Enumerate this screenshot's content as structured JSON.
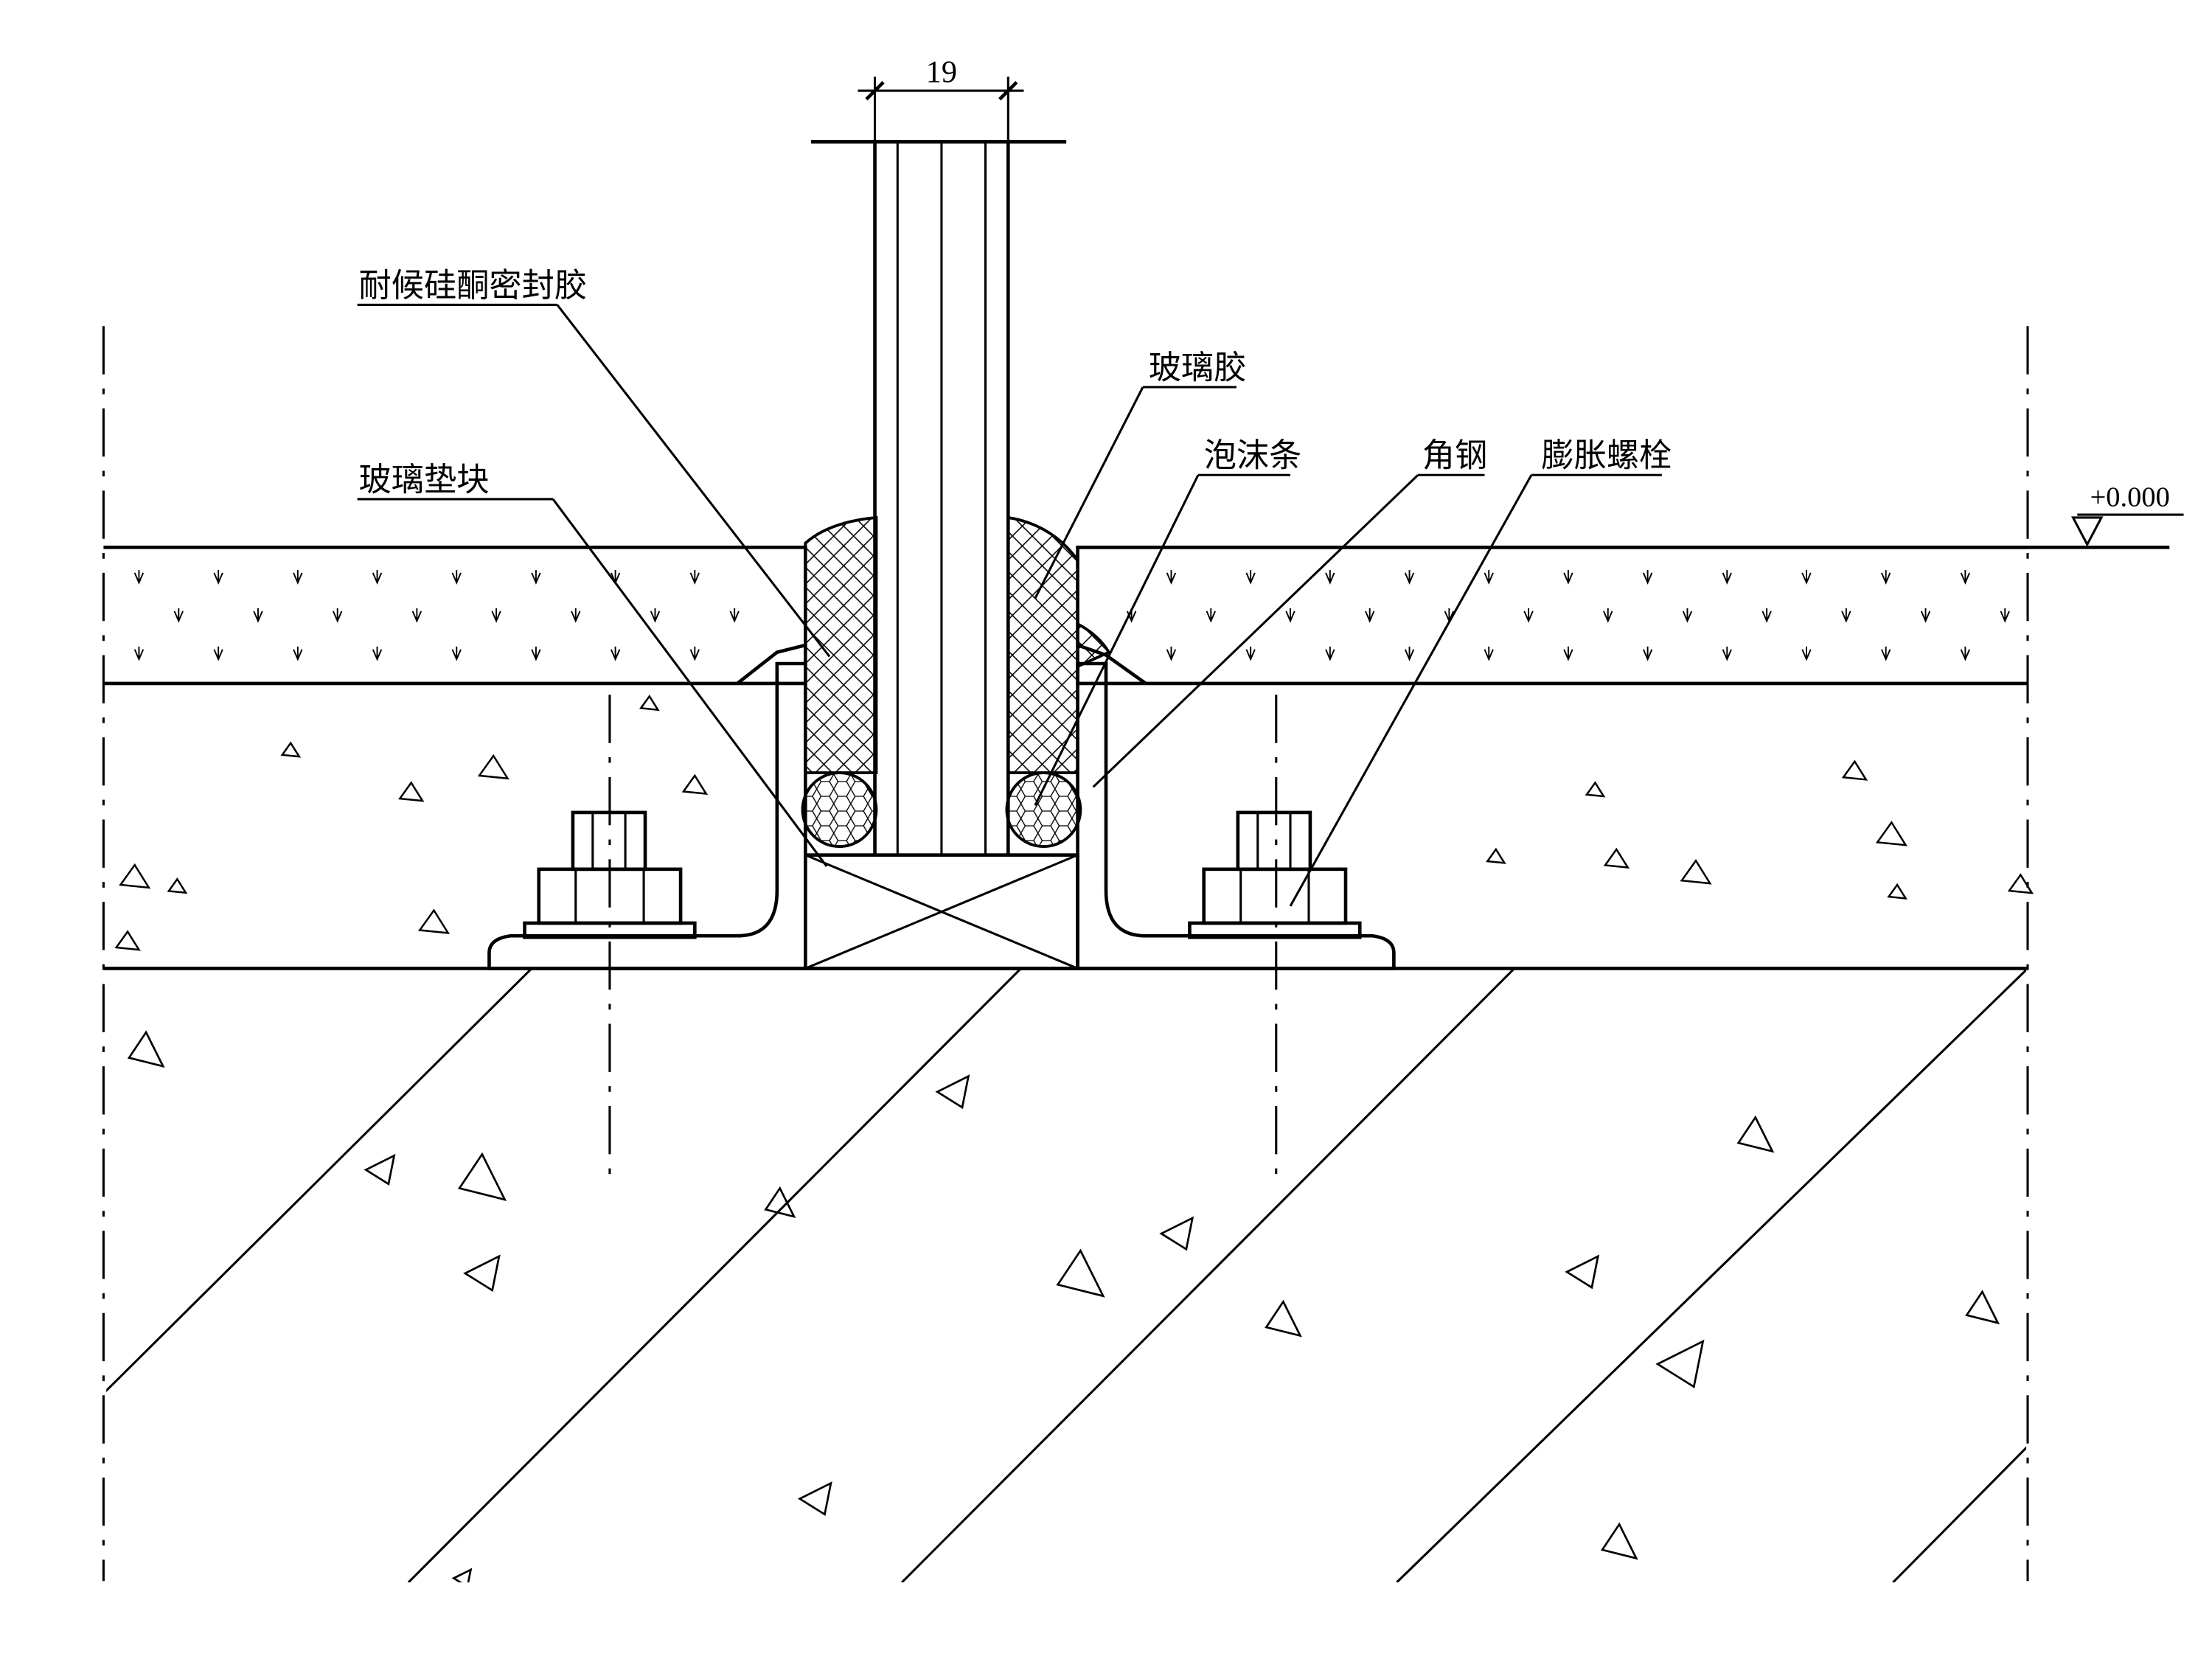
{
  "drawing": {
    "labels": {
      "weather_sealant": "耐候硅酮密封胶",
      "glass_setting_block": "玻璃垫块",
      "glass_glue": "玻璃胶",
      "foam_rod": "泡沫条",
      "angle_steel": "角钢",
      "expansion_bolt": "膨胀螺栓"
    },
    "dimension": "19",
    "elevation": "+0.000"
  }
}
